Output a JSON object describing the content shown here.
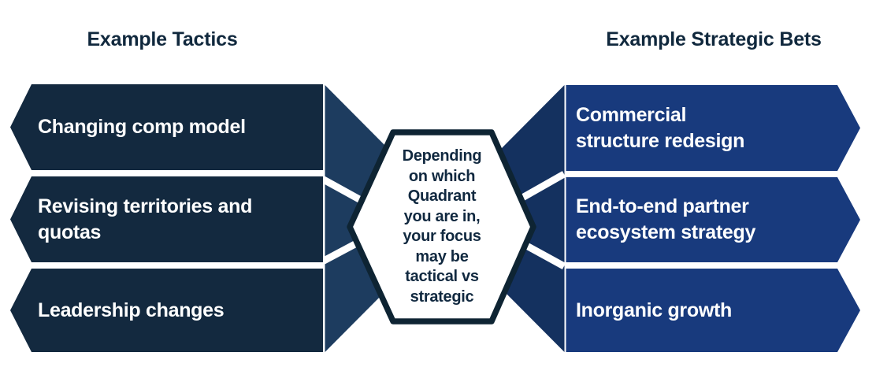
{
  "titles": {
    "left": "Example Tactics",
    "right": "Example Strategic Bets"
  },
  "left_column": {
    "heading": "Example Tactics",
    "items": [
      {
        "label": "Changing comp model"
      },
      {
        "label": "Revising territories and\nquotas"
      },
      {
        "label": "Leadership changes"
      }
    ]
  },
  "right_column": {
    "heading": "Example Strategic Bets",
    "items": [
      {
        "label": "Commercial\nstructure redesign"
      },
      {
        "label": "End-to-end partner\necosystem strategy"
      },
      {
        "label": "Inorganic growth"
      }
    ]
  },
  "center": {
    "text": "Depending\non which\nQuadrant\nyou are in,\nyour focus\nmay be\ntactical vs\nstrategic"
  },
  "colors": {
    "tactic_body": "#13293f",
    "tactic_flap": "#1d3c5f",
    "bet_body": "#183a7d",
    "bet_flap": "#14315f",
    "outline": "#0e2433",
    "hexagon_fill": "#ffffff",
    "title_text": "#10283d",
    "ribbon_text": "#ffffff"
  }
}
